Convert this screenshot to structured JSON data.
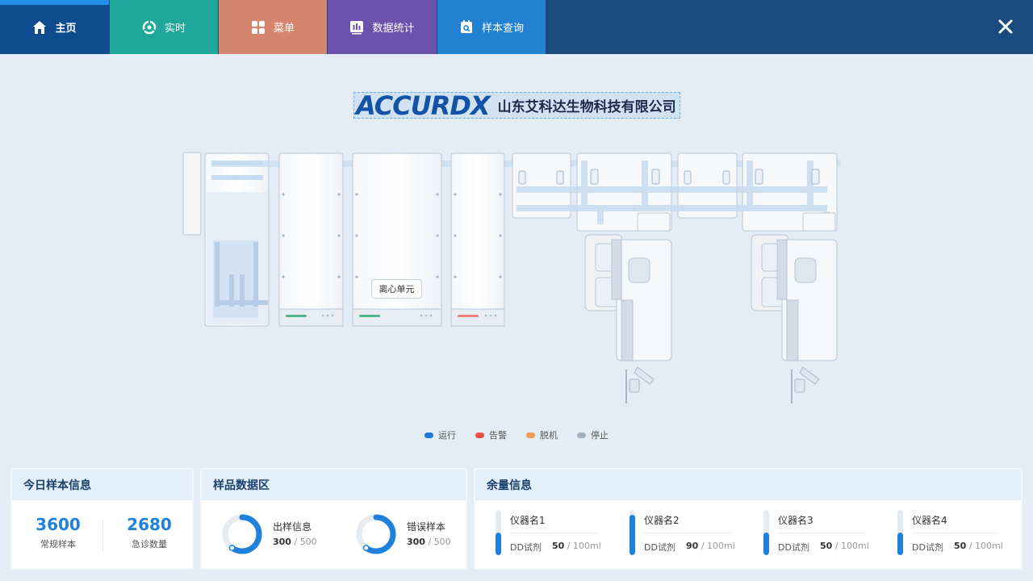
{
  "nav": {
    "tabs": [
      {
        "label": "主页",
        "icon": "home-icon",
        "active": true
      },
      {
        "label": "实时",
        "icon": "realtime-icon"
      },
      {
        "label": "菜单",
        "icon": "grid-menu-icon"
      },
      {
        "label": "数据统计",
        "icon": "bar-chart-icon"
      },
      {
        "label": "样本查询",
        "icon": "search-doc-icon"
      }
    ],
    "close_icon": "close-icon"
  },
  "logo": {
    "mark": "ACCURDX",
    "company": "山东艾科达生物科技有限公司"
  },
  "machine": {
    "centrifuge_label": "离心单元"
  },
  "legend": [
    {
      "label": "运行",
      "color": "#1e7ad8"
    },
    {
      "label": "告警",
      "color": "#ef4d4d"
    },
    {
      "label": "脱机",
      "color": "#f39a52"
    },
    {
      "label": "停止",
      "color": "#a3b1bf"
    }
  ],
  "today_samples": {
    "title": "今日样本信息",
    "items": [
      {
        "value": "3600",
        "label": "常规样本"
      },
      {
        "value": "2680",
        "label": "急诊数量"
      }
    ]
  },
  "sample_data": {
    "title": "样品数据区",
    "items": [
      {
        "label": "出样信息",
        "current": "300",
        "total": "500",
        "ratio": 0.6
      },
      {
        "label": "错误样本",
        "current": "300",
        "total": "500",
        "ratio": 0.6
      }
    ]
  },
  "remaining": {
    "title": "余量信息",
    "items": [
      {
        "name": "仪器名1",
        "reagent": "DD试剂",
        "amount": "50",
        "capacity": "100ml",
        "level": 0.5
      },
      {
        "name": "仪器名2",
        "reagent": "DD试剂",
        "amount": "90",
        "capacity": "100ml",
        "level": 0.9
      },
      {
        "name": "仪器名3",
        "reagent": "DD试剂",
        "amount": "50",
        "capacity": "100ml",
        "level": 0.5
      },
      {
        "name": "仪器名4",
        "reagent": "DD试剂",
        "amount": "50",
        "capacity": "100ml",
        "level": 0.5
      }
    ]
  },
  "separator": "/",
  "colors": {
    "nav_bg": "#1b4b7e",
    "accent": "#1e82dc"
  }
}
